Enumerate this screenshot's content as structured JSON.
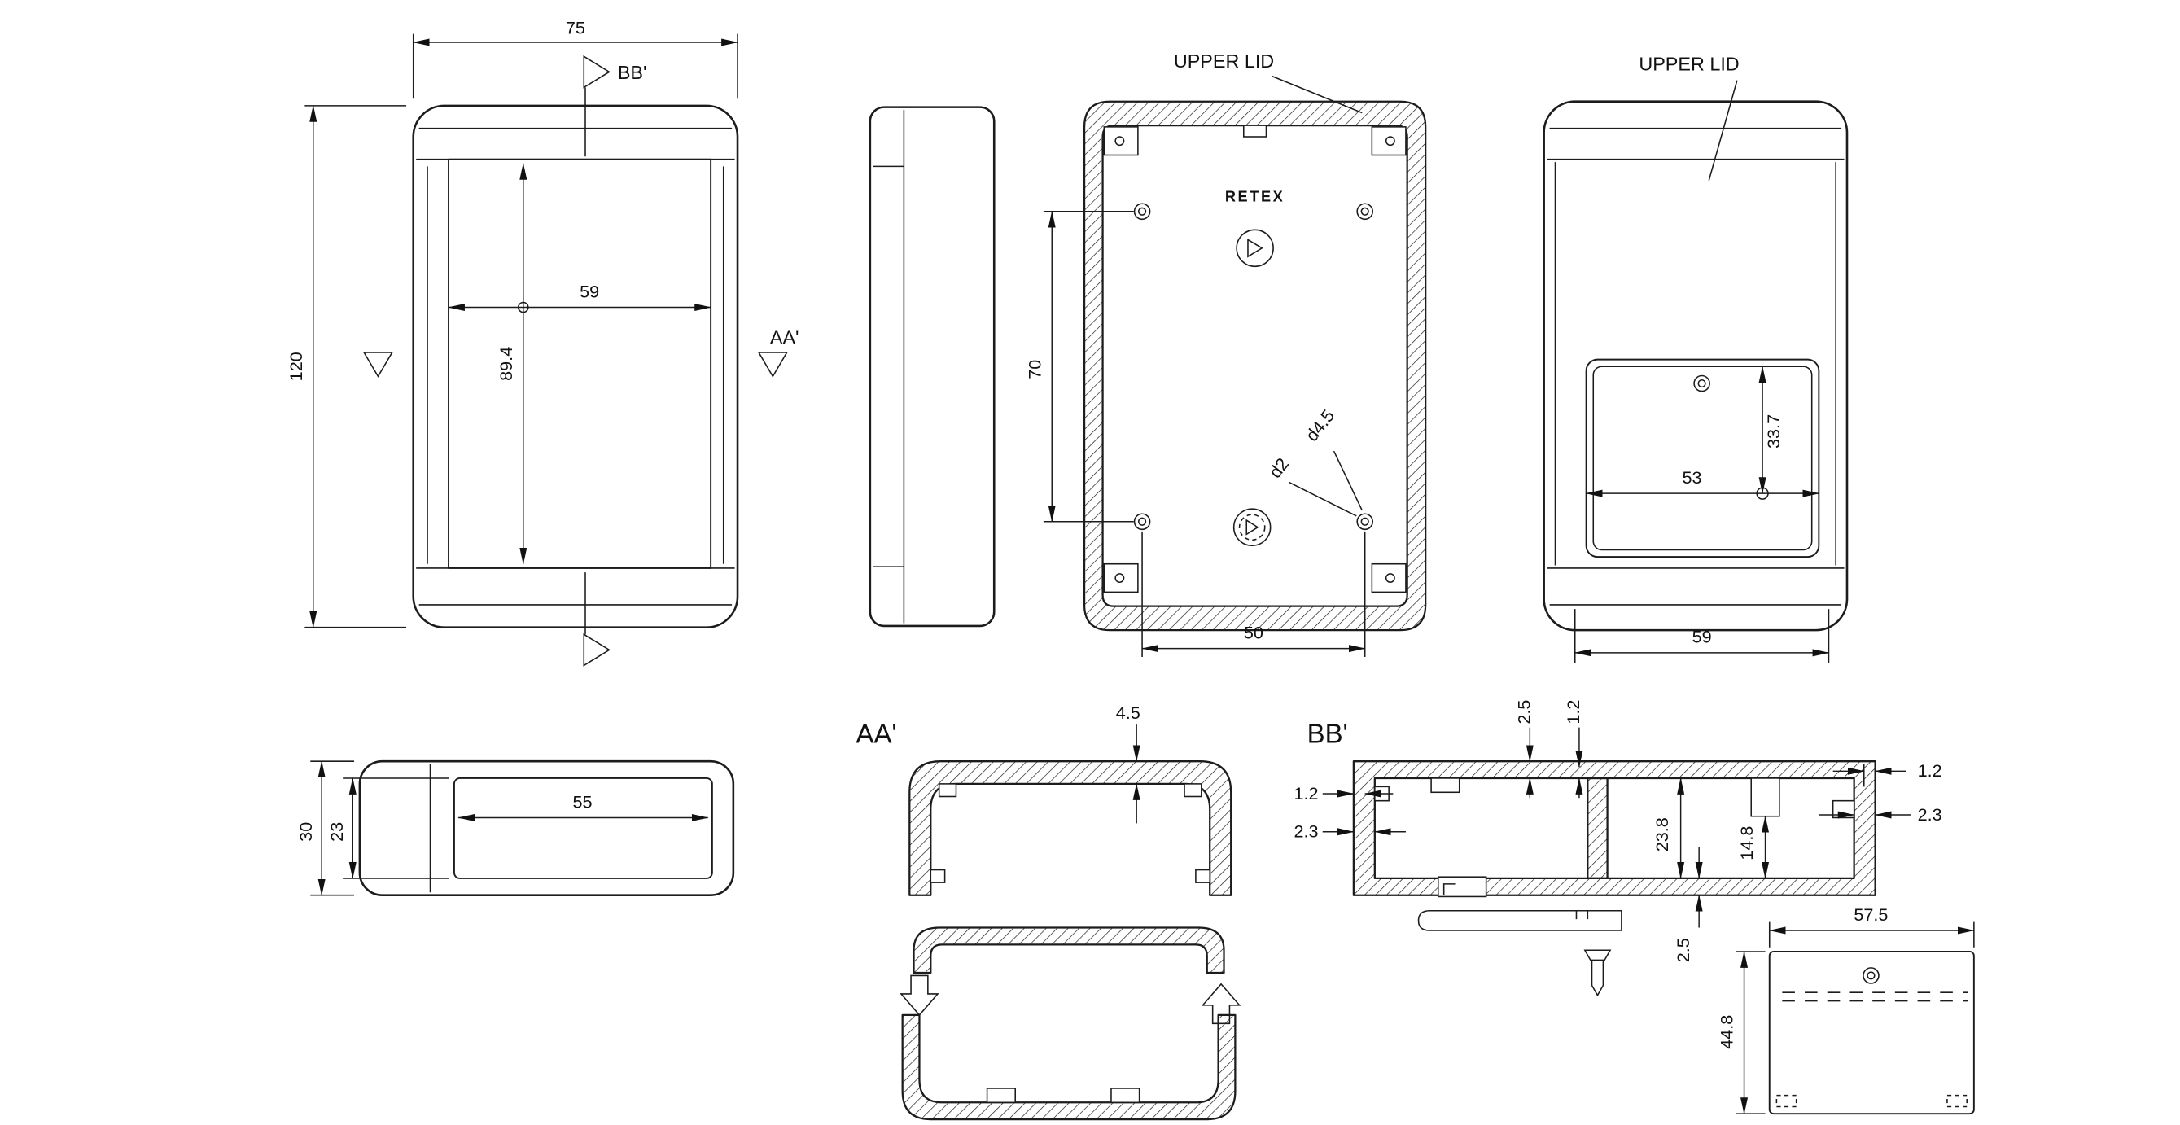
{
  "drawing": {
    "background": "#ffffff",
    "line_color": "#1c1c1c"
  },
  "front_view": {
    "dim_overall_width": "75",
    "dim_overall_height": "120",
    "dim_panel_width": "59",
    "dim_panel_height": "89.4",
    "section_label_bb": "BB'",
    "section_label_aa": "AA'"
  },
  "open_view": {
    "callout_upper_lid": "UPPER LID",
    "brand_logo": "RETEX",
    "dim_boss_spacing_vertical": "70",
    "dim_boss_spacing_horizontal": "50",
    "dim_boss_outer_diameter": "d4.5",
    "dim_boss_hole_diameter": "d2"
  },
  "rear_view": {
    "callout_upper_lid": "UPPER LID",
    "dim_battery_compartment_width": "53",
    "dim_battery_hole_offset": "33.7",
    "dim_battery_lid_width": "59"
  },
  "top_view": {
    "dim_overall_depth": "30",
    "dim_inner_depth": "23",
    "dim_inner_width": "55"
  },
  "section_aa": {
    "title": "AA'",
    "dim_wall_thickness": "4.5"
  },
  "section_bb": {
    "title": "BB'",
    "dim_lid_wall": "2.5",
    "dim_lid_lip": "1.2",
    "dim_right_lip": "1.2",
    "dim_right_wall": "2.3",
    "dim_left_lip": "1.2",
    "dim_left_wall": "2.3",
    "dim_cavity_height": "23.8",
    "dim_ledge_height": "14.8",
    "dim_bottom_wall": "2.5"
  },
  "battery_lid_view": {
    "dim_width": "57.5",
    "dim_height": "44.8"
  }
}
